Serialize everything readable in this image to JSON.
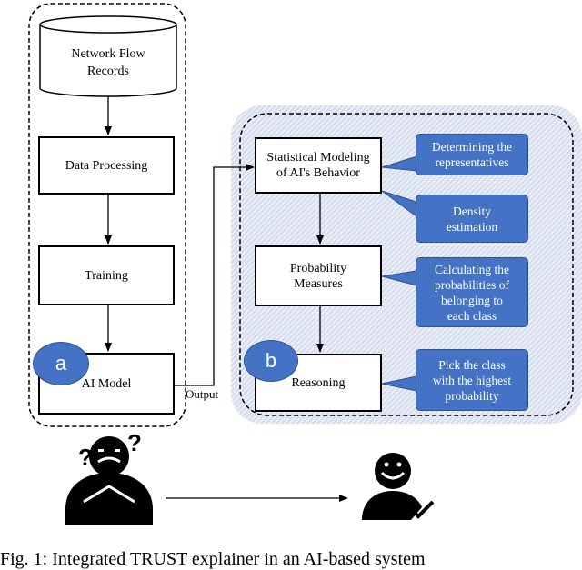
{
  "left_pipeline": {
    "database": "Network Flow\nRecords",
    "data_processing": "Data Processing",
    "training": "Training",
    "ai_model": "AI Model",
    "badge": "a"
  },
  "edge_label": "Output",
  "trust_explainer": {
    "statistical_modeling": "Statistical Modeling\nof AI's Behavior",
    "probability_measures": "Probability\nMeasures",
    "reasoning": "Reasoning",
    "badge": "b",
    "notes": [
      "Determining the\nrepresentatives",
      "Density\nestimation",
      "Calculating the\nprobabilities of\nbelonging to\neach class",
      "Pick the class\nwith the highest\nprobability"
    ]
  },
  "caption": "Fig. 1: Integrated TRUST explainer in an AI-based system"
}
